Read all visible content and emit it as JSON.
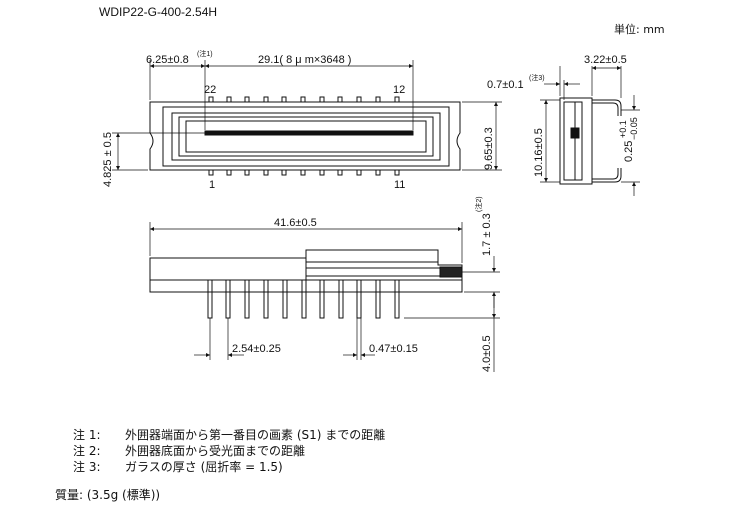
{
  "title": "WDIP22-G-400-2.54H",
  "unit": "単位: mm",
  "top_view": {
    "dim_offset": "6.25±0.8",
    "dim_offset_note": "(注1)",
    "dim_length": "29.1( 8 μ m×3648 )",
    "pin_22": "22",
    "pin_12": "12",
    "pin_1": "1",
    "pin_11": "11",
    "dim_height_left": "4.825 ± 0.5",
    "dim_height_right": "9.65±0.3"
  },
  "side_view": {
    "dim_glass": "0.7±0.1",
    "dim_glass_note": "(注3)",
    "dim_width": "3.22±0.5",
    "dim_pitch_row": "10.16±0.5",
    "dim_pin_thk": "0.25",
    "dim_pin_thk_tol_plus": "+0.1",
    "dim_pin_thk_tol_minus": "−0.05"
  },
  "front_view": {
    "dim_total": "41.6±0.5",
    "dim_height": "1.7 ± 0.3",
    "dim_height_note": "(注2)",
    "dim_pitch": "2.54±0.25",
    "dim_pin_width": "0.47±0.15",
    "dim_pin_length": "4.0±0.5"
  },
  "notes": [
    {
      "label": "注 1:",
      "text": "外囲器端面から第一番目の画素 (S1) までの距離"
    },
    {
      "label": "注 2:",
      "text": "外囲器底面から受光面までの距離"
    },
    {
      "label": "注 3:",
      "text": "ガラスの厚さ (屈折率 = 1.5)"
    }
  ],
  "weight": "質量: (3.5g (標準))"
}
